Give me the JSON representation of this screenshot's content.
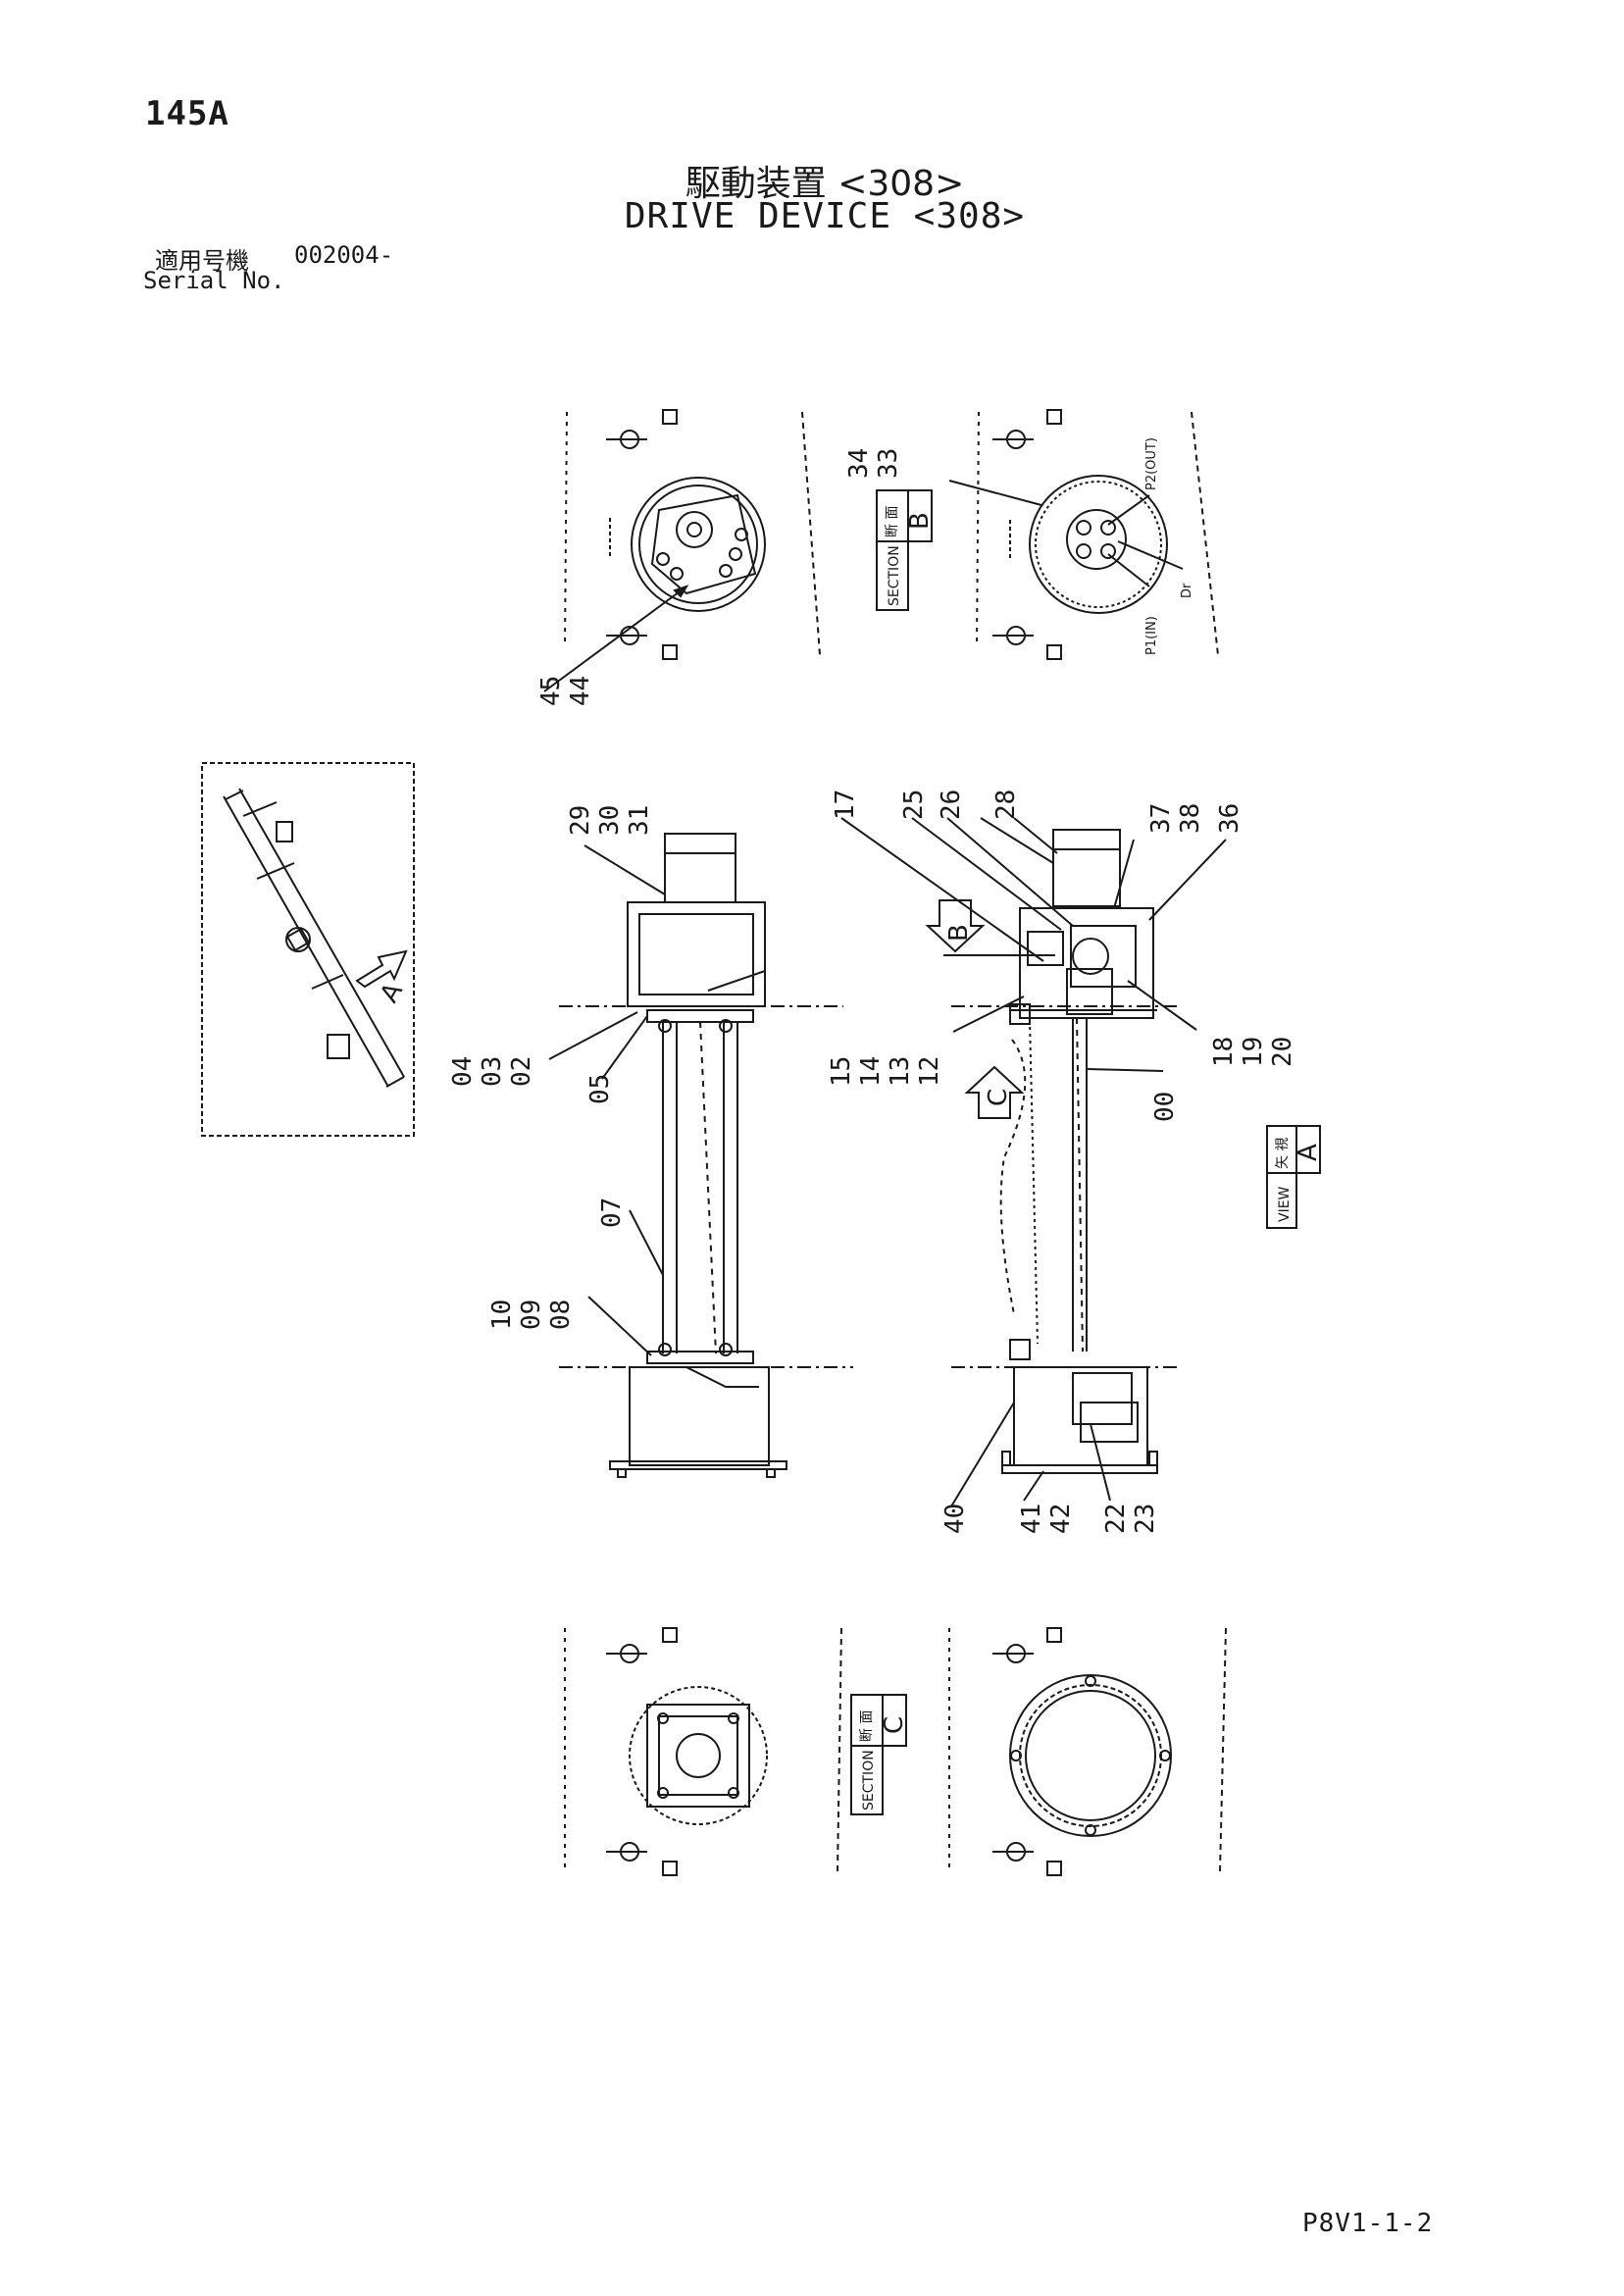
{
  "header": {
    "page_code": "145A",
    "title_jp": "駆動装置 <308>",
    "title_en": "DRIVE DEVICE <308>",
    "serial_label_jp": "適用号機",
    "serial_value": "002004-",
    "serial_label_en": "Serial No."
  },
  "views": {
    "section_b": {
      "jp": "断 面",
      "en": "SECTION",
      "letter": "B"
    },
    "section_c": {
      "jp": "断 面",
      "en": "SECTION",
      "letter": "C"
    },
    "view_a": {
      "jp": "矢 視",
      "en": "VIEW",
      "letter": "A"
    },
    "arrow_a": "A",
    "arrow_b": "B",
    "arrow_c": "C"
  },
  "ports": {
    "p2": "P2(OUT)",
    "p1": "P1(IN)",
    "dr": "Dr"
  },
  "part_labels": {
    "sb_upper": "34\n33",
    "sb_lower": "45\n44",
    "left_top": "29\n30\n31",
    "left_mid": "04\n03\n02",
    "left_05": "05",
    "left_07": "07",
    "left_bot": "10\n09\n08",
    "right_17": "17",
    "right_25": "25",
    "right_26": "26",
    "right_28": "28",
    "right_37": "37\n38",
    "right_36": "36",
    "right_15": "15\n14\n13\n12",
    "right_18": "18\n19\n20",
    "right_00": "00",
    "right_40": "40",
    "right_41": "41\n42",
    "right_22": "22\n23"
  },
  "footer": {
    "page_id": "P8V1-1-2"
  }
}
